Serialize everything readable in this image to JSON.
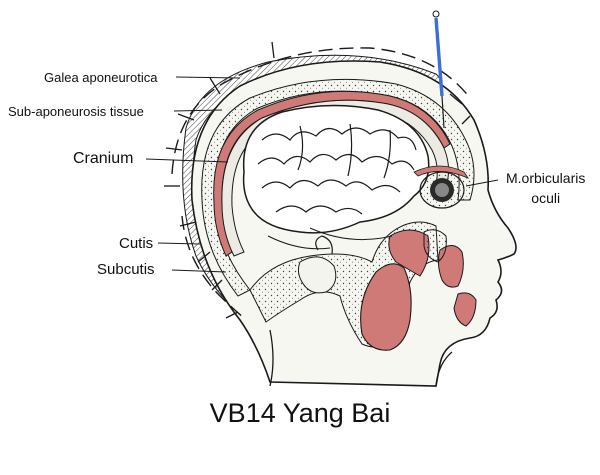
{
  "labels": {
    "galea": "Galea aponeurotica",
    "sub_aponeurosis": "Sub-aponeurosis tissue",
    "cranium": "Cranium",
    "cutis": "Cutis",
    "subcutis": "Subcutis",
    "orbicularis_line1": "M.orbicularis",
    "orbicularis_line2": "oculi"
  },
  "caption": "VB14 Yang Bai",
  "colors": {
    "muscle": "#d07a78",
    "line": "#1a1a1a",
    "needle": "#3a6fd6",
    "hair": "#555555"
  }
}
